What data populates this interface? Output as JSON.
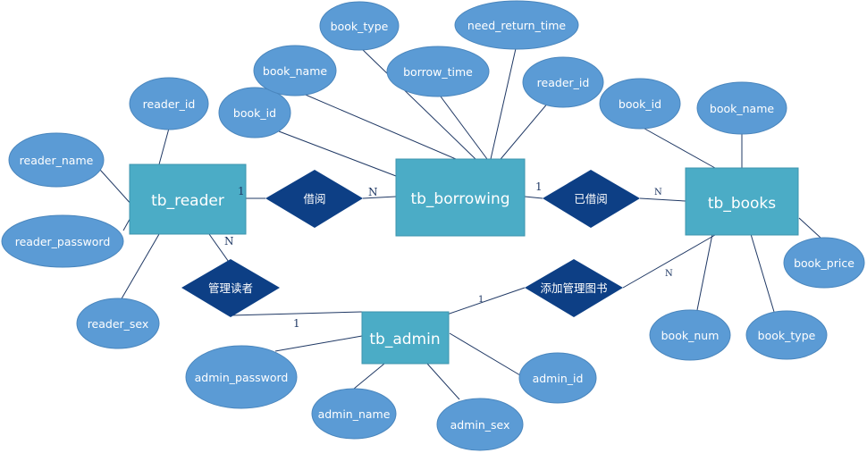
{
  "colors": {
    "entity_fill": "#4bacc6",
    "entity_stroke": "#3d95ae",
    "attribute_fill": "#5b9bd5",
    "attribute_stroke": "#4a86bd",
    "relationship_fill": "#0d3f85",
    "line": "#1f3864",
    "cardinality": "#1f3864"
  },
  "entities": {
    "reader": "tb_reader",
    "borrowing": "tb_borrowing",
    "books": "tb_books",
    "admin": "tb_admin"
  },
  "relationships": {
    "borrow": "借阅",
    "borrowed": "已借阅",
    "manage_readers": "管理读者",
    "add_manage_books": "添加管理图书"
  },
  "attributes": {
    "reader": [
      "reader_id",
      "reader_name",
      "reader_password",
      "reader_sex"
    ],
    "borrowing": [
      "book_id",
      "book_name",
      "book_type",
      "borrow_time",
      "need_return_time",
      "reader_id"
    ],
    "books": [
      "book_id",
      "book_name",
      "book_price",
      "book_num",
      "book_type"
    ],
    "admin": [
      "admin_password",
      "admin_name",
      "admin_sex",
      "admin_id"
    ]
  },
  "cardinalities": {
    "reader_borrow": "1",
    "borrow_borrowing": "N",
    "borrowing_borrowed": "1",
    "borrowed_books": "N",
    "reader_manage": "N",
    "manage_admin": "1",
    "admin_addmanage": "1",
    "addmanage_books": "N"
  }
}
